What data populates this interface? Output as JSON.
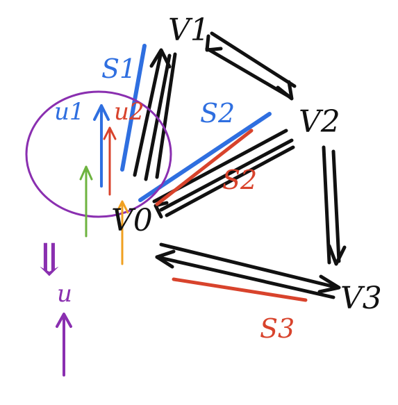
{
  "colors": {
    "background": "#ffffff",
    "ink": "#111111",
    "blue": "#2f6fe0",
    "red": "#d8432c",
    "purple": "#8a2fb0",
    "green": "#6db33f",
    "orange": "#f0a020"
  },
  "vertices": {
    "v0": "V0",
    "v1": "V1",
    "v2": "V2",
    "v3": "V3"
  },
  "labels": {
    "s1": "S1",
    "s2_blue": "S2",
    "s2_red": "S2",
    "s3": "S3",
    "u1": "u1",
    "u2": "u2",
    "u": "u"
  },
  "symbols": {
    "implies": "⇓"
  }
}
